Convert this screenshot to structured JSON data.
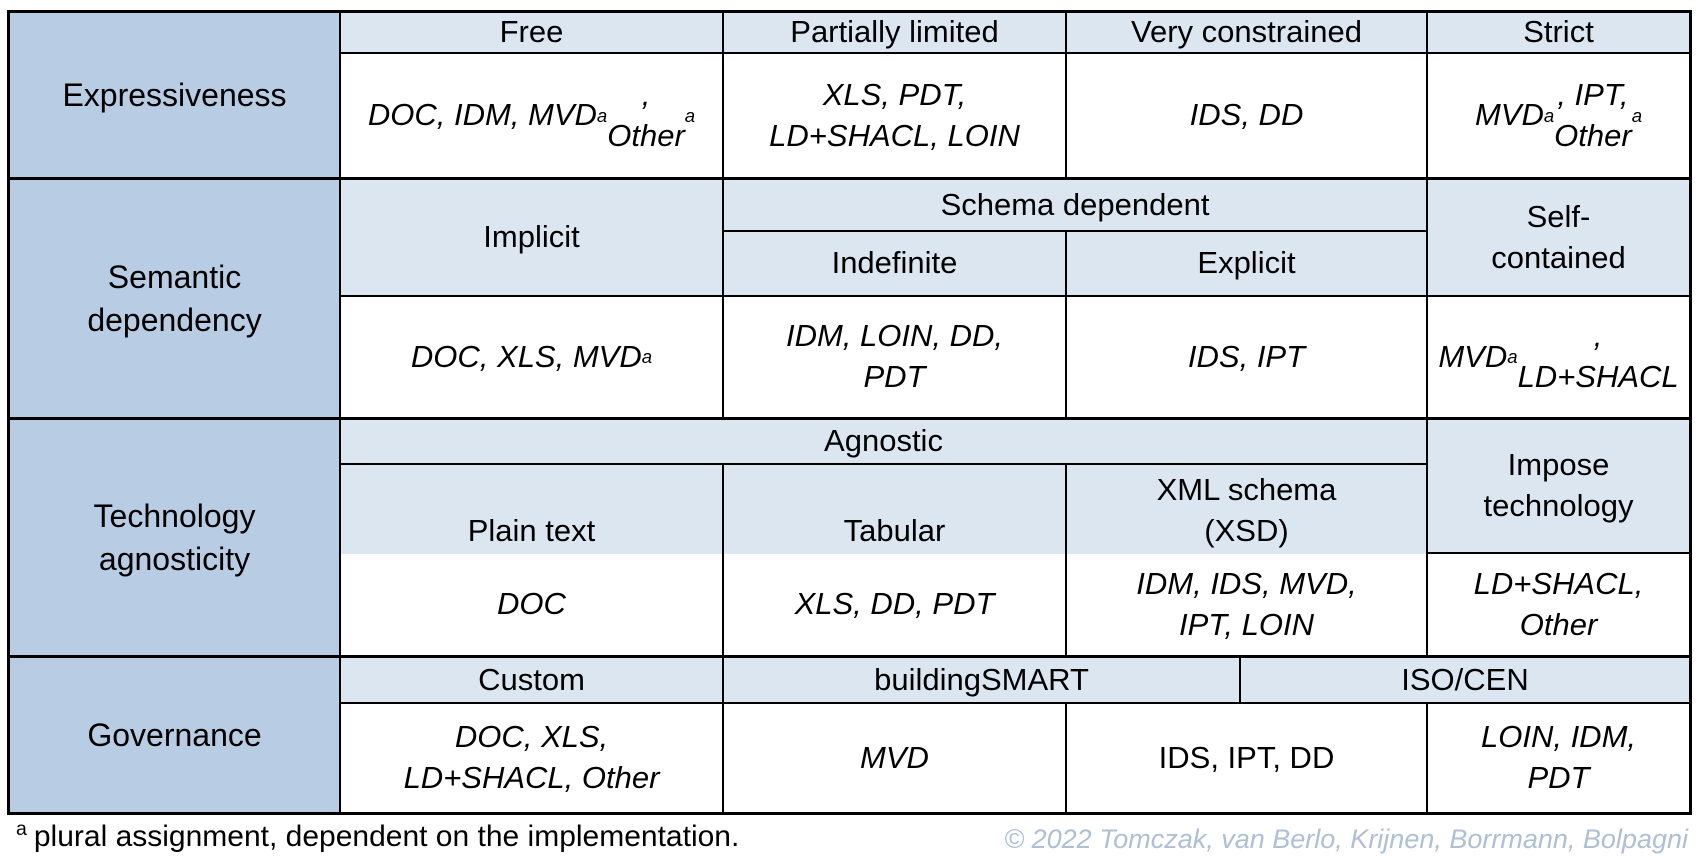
{
  "palette": {
    "label_bg": "#b8cce4",
    "header_bg": "#dce6f1",
    "cell_bg": "#ffffff",
    "border": "#000000",
    "text": "#000000",
    "copyright_color": "#aebfd6"
  },
  "table": {
    "expressiveness": {
      "label": "Expressiveness",
      "headers": {
        "free": "Free",
        "partially_limited": "Partially limited",
        "very_constrained": "Very constrained",
        "strict": "Strict"
      },
      "data": {
        "col1": "DOC, IDM, MVD^a,\nOther^a",
        "col2": "XLS, PDT,\nLD+SHACL, LOIN",
        "col3": "IDS, DD",
        "col4": "MVD^a, IPT,\nOther^a"
      }
    },
    "semantic_dependency": {
      "label": "Semantic\ndependency",
      "headers": {
        "implicit": "Implicit",
        "schema_dependent": "Schema dependent",
        "indefinite": "Indefinite",
        "explicit": "Explicit",
        "self_contained": "Self-\ncontained"
      },
      "data": {
        "col1": "DOC, XLS, MVD^a",
        "col2": "IDM, LOIN, DD,\nPDT",
        "col3": "IDS, IPT",
        "col4": "MVD^a,\nLD+SHACL"
      }
    },
    "technology_agnosticity": {
      "label": "Technology\nagnosticity",
      "headers": {
        "agnostic": "Agnostic",
        "plain_text": "Plain text",
        "tabular": "Tabular",
        "xml_schema": "XML schema\n(XSD)",
        "impose_technology": "Impose\ntechnology"
      },
      "data": {
        "col1": "DOC",
        "col2": "XLS, DD, PDT",
        "col3": "IDM, IDS, MVD,\nIPT, LOIN",
        "col4": "LD+SHACL,\nOther"
      }
    },
    "governance": {
      "label": "Governance",
      "headers": {
        "custom": "Custom",
        "buildingsmart": "buildingSMART",
        "iso_cen": "ISO/CEN"
      },
      "data": {
        "col1": "DOC, XLS,\nLD+SHACL, Other",
        "col2": "MVD",
        "col3": "IDS, IPT, DD",
        "col4": "LOIN, IDM,\nPDT"
      }
    }
  },
  "footer": {
    "footnote_marker": "a",
    "footnote_text": "plural assignment, dependent on the implementation.",
    "copyright": "© 2022 Tomczak, van Berlo, Krijnen, Borrmann, Bolpagni"
  }
}
